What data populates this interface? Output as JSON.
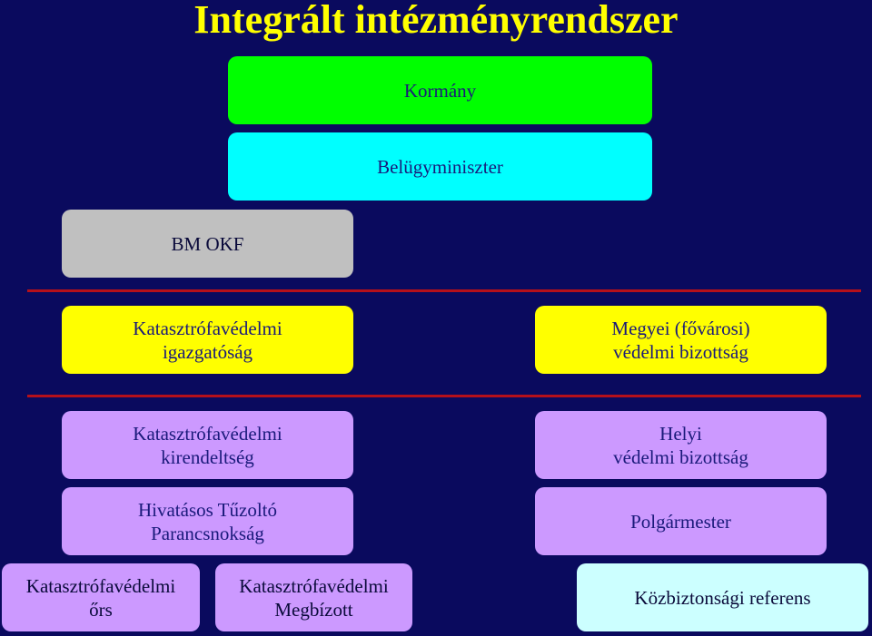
{
  "title": "Integrált intézményrendszer",
  "nodes": {
    "kormany": "Kormány",
    "belugyminiszter": "Belügyminiszter",
    "bm_okf": "BM OKF",
    "kat_igazgatosag": [
      "Katasztrófavédelmi",
      "igazgatóság"
    ],
    "megyei_bizottsag": [
      "Megyei (fővárosi)",
      "védelmi bizottság"
    ],
    "kat_kirendeltseg": [
      "Katasztrófavédelmi",
      "kirendeltség"
    ],
    "helyi_bizottsag": [
      "Helyi",
      "védelmi bizottság"
    ],
    "hivatasos_tuzolto": [
      "Hivatásos Tűzoltó",
      "Parancsnokság"
    ],
    "polgarmester": "Polgármester",
    "kat_ors": [
      "Katasztrófavédelmi",
      "őrs"
    ],
    "kat_megbizott": [
      "Katasztrófavédelmi",
      "Megbízott"
    ],
    "kozbiztonsagi_referens": "Közbiztonsági referens"
  },
  "colors": {
    "background": "#0a0a5e",
    "title": "#ffff00",
    "divider": "#b5101a",
    "green": "#00ff00",
    "cyan": "#00ffff",
    "gray": "#c0c0c0",
    "yellow": "#ffff00",
    "lavender": "#cc99ff",
    "pale_cyan": "#ccffff"
  }
}
